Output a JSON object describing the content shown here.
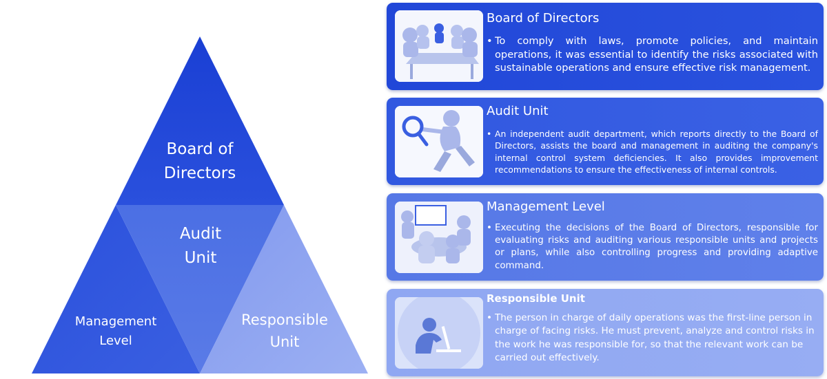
{
  "pyramid": {
    "top_label_line1": "Board of",
    "top_label_line2": "Directors",
    "middle_label_line1": "Audit",
    "middle_label_line2": "Unit",
    "left_label_line1": "Management",
    "left_label_line2": "Level",
    "right_label_line1": "Responsible",
    "right_label_line2": "Unit"
  },
  "colors": {
    "top": "#1f44d6",
    "middle": "#4f72e4",
    "left": "#2b51db",
    "right": "#8ea5f1"
  },
  "cards": [
    {
      "title": "Board of Directors",
      "icon": "boardroom-meeting-icon",
      "bullet": "•",
      "text": "To comply with laws, promote policies, and maintain operations, it was essential to identify the risks associated with sustainable operations and ensure effective risk management."
    },
    {
      "title": "Audit Unit",
      "icon": "magnifying-glass-inspector-icon",
      "bullet": "•",
      "text": "An independent audit department, which reports directly to the Board of Directors, assists the board and management in auditing the company's internal control system deficiencies. It also provides improvement recommendations to ensure the effectiveness of internal controls."
    },
    {
      "title": "Management Level",
      "icon": "team-meeting-icon",
      "bullet": "•",
      "text": "Executing the decisions of the Board of Directors, responsible for evaluating risks and auditing various responsible units and projects or plans, while also controlling progress and providing adaptive command."
    },
    {
      "title": "Responsible Unit",
      "icon": "person-at-computer-icon",
      "bullet": "•",
      "text": "The person in charge of daily operations was the first-line person in charge of facing risks.  He must prevent, analyze and control risks in the work he was responsible for, so that the relevant work can be carried out effectively."
    }
  ]
}
